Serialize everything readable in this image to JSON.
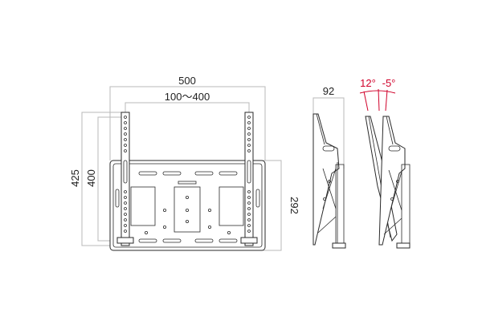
{
  "front_view": {
    "width_overall": "500",
    "vesa_horizontal": "100〜400",
    "height_overall": "425",
    "vesa_vertical": "400",
    "plate_height": "292"
  },
  "side_view": {
    "depth": "92",
    "tilt_up": "12°",
    "tilt_down": "-5°"
  },
  "colors": {
    "line": "#2a2a2a",
    "dimension_line": "#b8b8b8",
    "angle_accent": "#d0002a"
  }
}
